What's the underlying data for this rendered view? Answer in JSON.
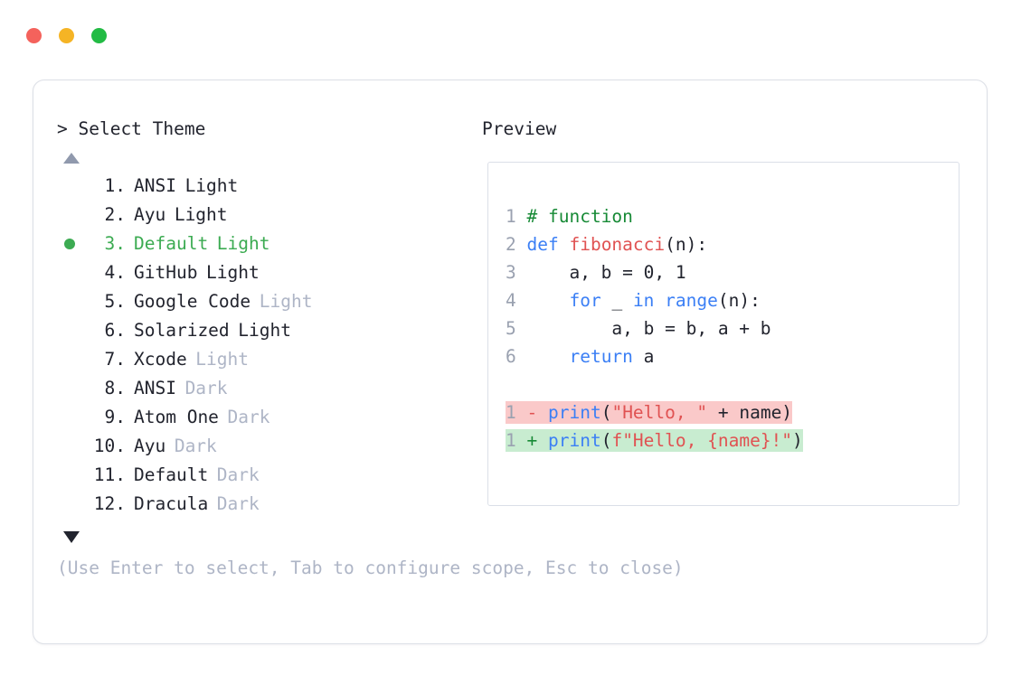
{
  "window": {
    "traffic_lights": [
      {
        "name": "close",
        "color": "#f4625c"
      },
      {
        "name": "minimize",
        "color": "#f5b425"
      },
      {
        "name": "maximize",
        "color": "#22bb44"
      }
    ]
  },
  "prompt": {
    "heading": "> Select Theme",
    "scroll_up_indicator": "▲",
    "scroll_down_indicator": "▼"
  },
  "preview": {
    "heading": "Preview"
  },
  "themes": [
    {
      "number": "1.",
      "name": "ANSI",
      "variant": "Light",
      "variant_dim": false,
      "selected": false
    },
    {
      "number": "2.",
      "name": "Ayu",
      "variant": "Light",
      "variant_dim": false,
      "selected": false
    },
    {
      "number": "3.",
      "name": "Default",
      "variant": "Light",
      "variant_dim": false,
      "selected": true
    },
    {
      "number": "4.",
      "name": "GitHub",
      "variant": "Light",
      "variant_dim": false,
      "selected": false
    },
    {
      "number": "5.",
      "name": "Google Code",
      "variant": "Light",
      "variant_dim": true,
      "selected": false
    },
    {
      "number": "6.",
      "name": "Solarized",
      "variant": "Light",
      "variant_dim": false,
      "selected": false
    },
    {
      "number": "7.",
      "name": "Xcode",
      "variant": "Light",
      "variant_dim": true,
      "selected": false
    },
    {
      "number": "8.",
      "name": "ANSI",
      "variant": "Dark",
      "variant_dim": true,
      "selected": false
    },
    {
      "number": "9.",
      "name": "Atom One",
      "variant": "Dark",
      "variant_dim": true,
      "selected": false
    },
    {
      "number": "10.",
      "name": "Ayu",
      "variant": "Dark",
      "variant_dim": true,
      "selected": false
    },
    {
      "number": "11.",
      "name": "Default",
      "variant": "Dark",
      "variant_dim": true,
      "selected": false
    },
    {
      "number": "12.",
      "name": "Dracula",
      "variant": "Dark",
      "variant_dim": true,
      "selected": false
    }
  ],
  "code": {
    "lines": [
      {
        "number": "1",
        "tokens": [
          {
            "text": "# function",
            "type": "comment"
          }
        ]
      },
      {
        "number": "2",
        "tokens": [
          {
            "text": "def ",
            "type": "kw"
          },
          {
            "text": "fibonacci",
            "type": "fn"
          },
          {
            "text": "(n):",
            "type": "plain"
          }
        ]
      },
      {
        "number": "3",
        "tokens": [
          {
            "text": "    a, b = 0, 1",
            "type": "plain"
          }
        ]
      },
      {
        "number": "4",
        "tokens": [
          {
            "text": "    ",
            "type": "plain"
          },
          {
            "text": "for",
            "type": "kw"
          },
          {
            "text": " _ ",
            "type": "plain"
          },
          {
            "text": "in range",
            "type": "kw"
          },
          {
            "text": "(n):",
            "type": "plain"
          }
        ]
      },
      {
        "number": "5",
        "tokens": [
          {
            "text": "        a, b = b, a + b",
            "type": "plain"
          }
        ]
      },
      {
        "number": "6",
        "tokens": [
          {
            "text": "    ",
            "type": "plain"
          },
          {
            "text": "return",
            "type": "kw"
          },
          {
            "text": " a",
            "type": "plain"
          }
        ]
      }
    ],
    "diff": [
      {
        "number": "1",
        "marker": "-",
        "marker_type": "minus",
        "kind": "del",
        "tokens": [
          {
            "text": "print",
            "type": "kw"
          },
          {
            "text": "(",
            "type": "plain"
          },
          {
            "text": "\"Hello, \"",
            "type": "str"
          },
          {
            "text": " + name)",
            "type": "plain"
          }
        ]
      },
      {
        "number": "1",
        "marker": "+",
        "marker_type": "plus",
        "kind": "add",
        "tokens": [
          {
            "text": "print",
            "type": "kw"
          },
          {
            "text": "(",
            "type": "plain"
          },
          {
            "text": "f\"Hello, {name}!\"",
            "type": "str"
          },
          {
            "text": ")",
            "type": "plain"
          }
        ]
      }
    ]
  },
  "footer": {
    "hint": "(Use Enter to select, Tab to configure scope, Esc to close)"
  },
  "colors": {
    "selected": "#3cab52",
    "dim_text": "#aeb5c6",
    "text": "#22242e",
    "keyword": "#3b7ff5",
    "string": "#e05252",
    "comment": "#178a36",
    "diff_del_bg": "#fac9c9",
    "diff_add_bg": "#c8ecd0"
  }
}
